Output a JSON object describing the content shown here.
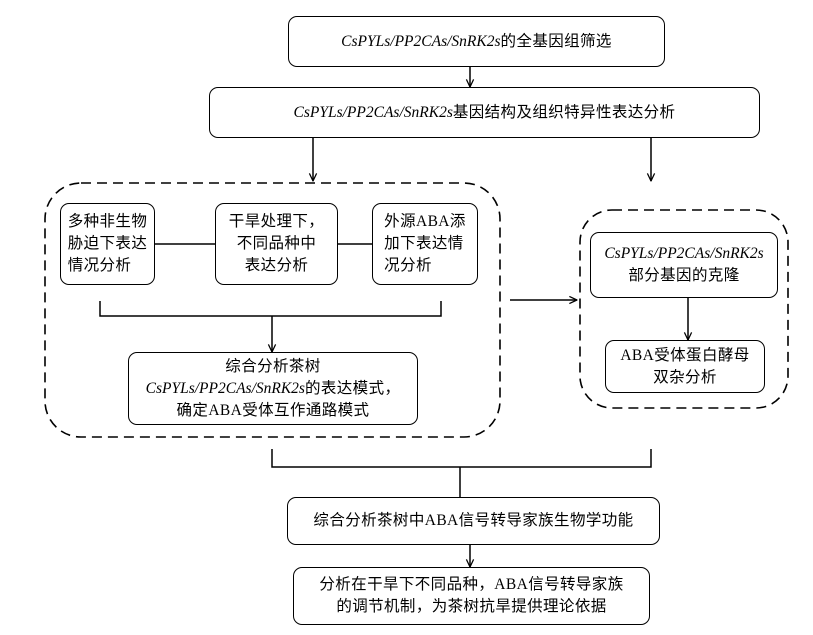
{
  "genome_screen": {
    "italic": "CsPYLs/PP2CAs/SnRK2s",
    "text": "的全基因组筛选"
  },
  "structure_expression": {
    "italic": "CsPYLs/PP2CAs/SnRK2s",
    "text": "基因结构及组织特异性表达分析"
  },
  "left_group": {
    "abiotic_stress": [
      "多种非生物",
      "胁迫下表达",
      "情况分析"
    ],
    "drought_varieties": [
      "干旱处理下，",
      "不同品种中",
      "表达分析"
    ],
    "exogenous_aba": [
      "外源ABA添",
      "加下表达情",
      "况分析"
    ],
    "expression_pattern": {
      "line1": "综合分析茶树",
      "line2_italic": "CsPYLs/PP2CAs/SnRK2s",
      "line2_text": "的表达模式，",
      "line3": "确定ABA受体互作通路模式"
    }
  },
  "right_group": {
    "cloning": {
      "line1_italic": "CsPYLs/PP2CAs/SnRK2s",
      "line2": "部分基因的克隆"
    },
    "yeast_two_hybrid": [
      "ABA受体蛋白酵母",
      "双杂分析"
    ]
  },
  "biological_function": "综合分析茶树中ABA信号转导家族生物学功能",
  "conclusion": [
    "分析在干旱下不同品种，ABA信号转导家族",
    "的调节机制，为茶树抗旱提供理论依据"
  ]
}
